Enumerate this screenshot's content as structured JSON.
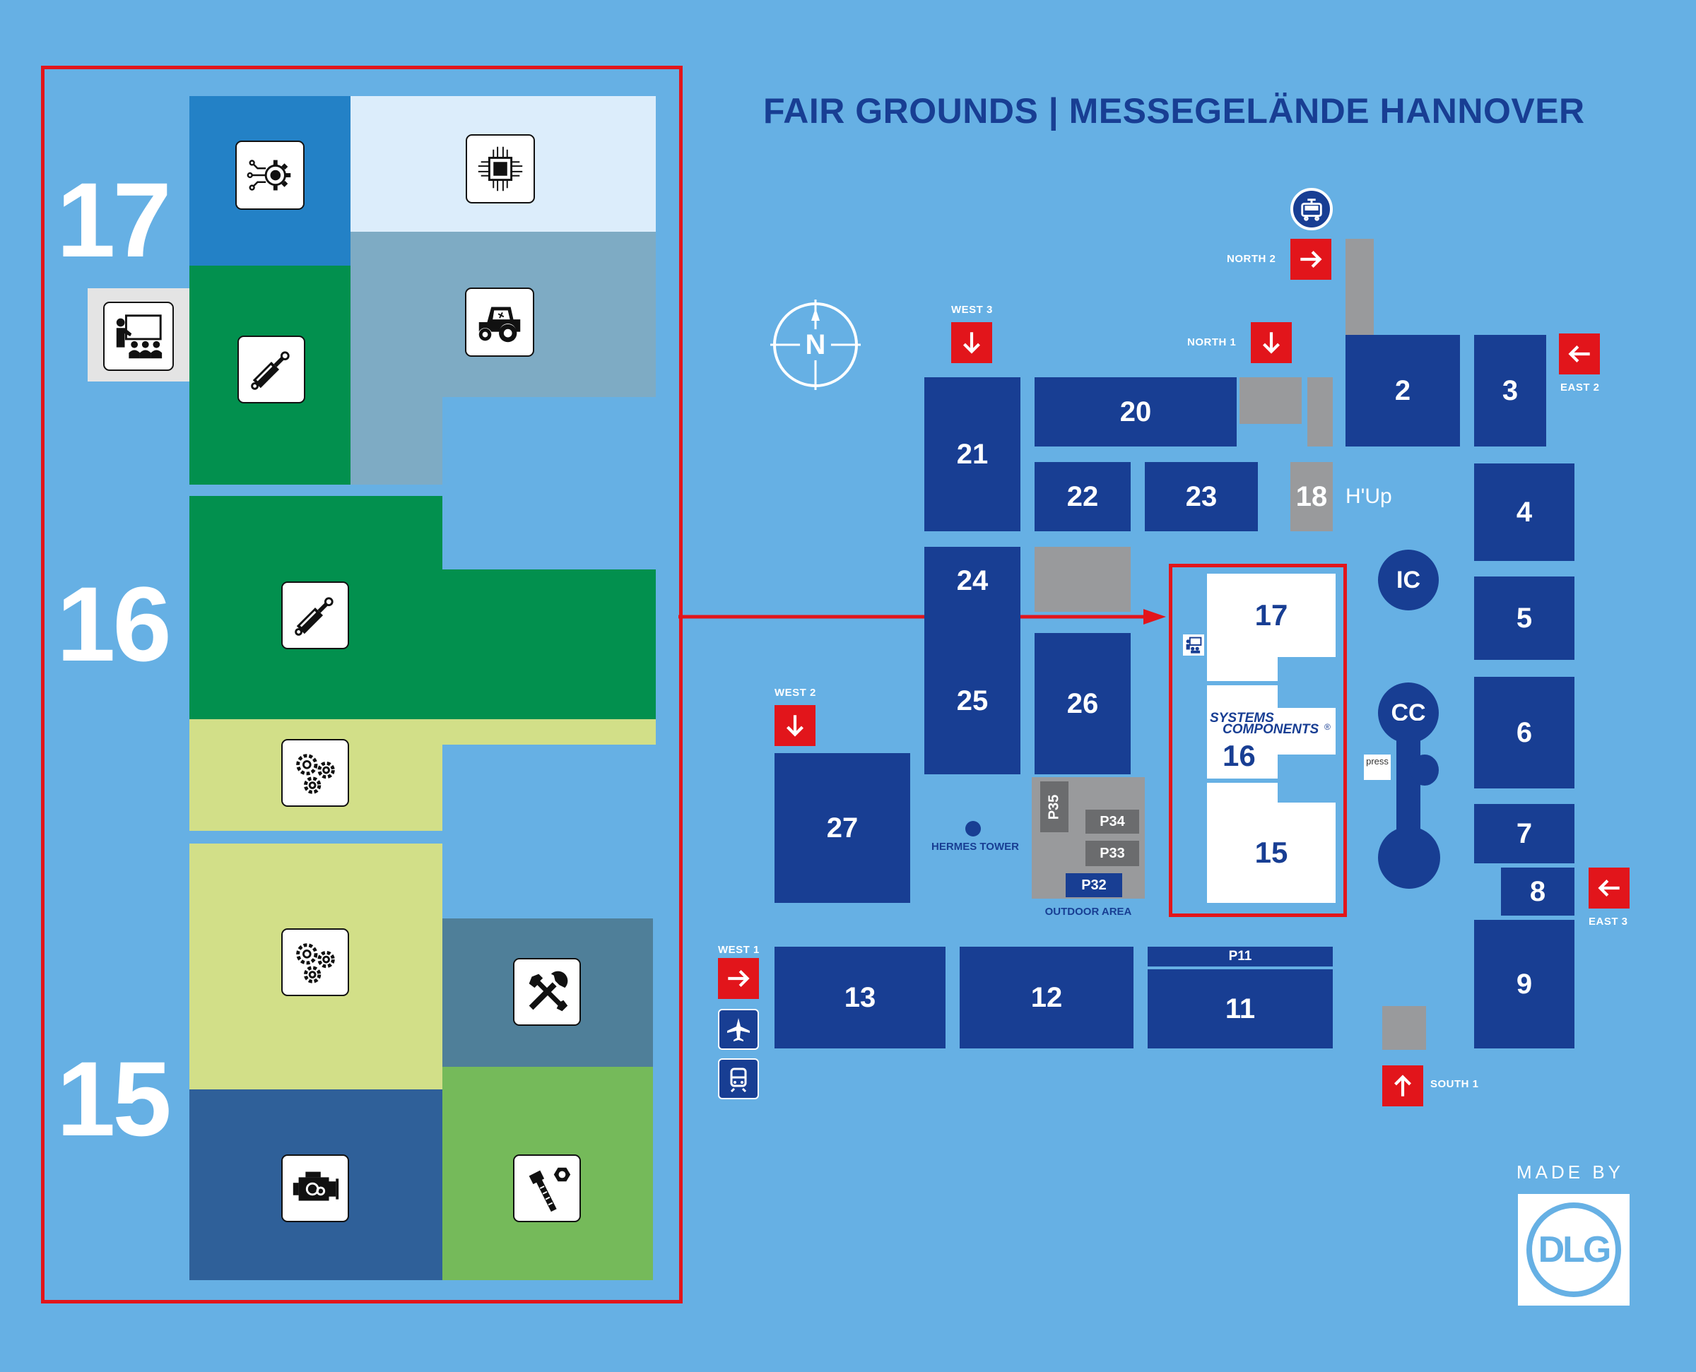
{
  "title": "FAIR GROUNDS | MESSEGELÄNDE HANNOVER",
  "colors": {
    "background": "#66b0e4",
    "hall": "#183e93",
    "gray": "#999a9c",
    "gate_red": "#e2151b",
    "highlight_red": "#e2151b"
  },
  "detail": {
    "hall_17_label": "17",
    "hall_16_label": "16",
    "hall_15_label": "15",
    "zones": [
      {
        "name": "digitalization",
        "icon": "gear-circuit-icon",
        "color": "#2381c6"
      },
      {
        "name": "electronics",
        "icon": "chip-icon",
        "color": "#dcedfb"
      },
      {
        "name": "hydraulics-17",
        "icon": "hydraulic-cylinder-icon",
        "color": "#02904e"
      },
      {
        "name": "tractor",
        "icon": "tractor-icon",
        "color": "#7eabc4"
      },
      {
        "name": "forum",
        "icon": "presentation-icon",
        "color": "#e4e4e4"
      },
      {
        "name": "hydraulics-16",
        "icon": "hydraulic-cylinder-icon",
        "color": "#02904e"
      },
      {
        "name": "drive-technology-16",
        "icon": "gears-icon",
        "color": "#d2df88"
      },
      {
        "name": "drive-technology-15",
        "icon": "gears-icon",
        "color": "#d2df88"
      },
      {
        "name": "tools",
        "icon": "wrench-screwdriver-icon",
        "color": "#4f7f99"
      },
      {
        "name": "engines",
        "icon": "engine-icon",
        "color": "#2f6099"
      },
      {
        "name": "fasteners",
        "icon": "bolt-nut-icon",
        "color": "#75ba5a"
      }
    ]
  },
  "halls": {
    "h2": "2",
    "h3": "3",
    "h4": "4",
    "h5": "5",
    "h6": "6",
    "h7": "7",
    "h8": "8",
    "h9": "9",
    "h11": "11",
    "h12": "12",
    "h13": "13",
    "h18": "18",
    "h20": "20",
    "h21": "21",
    "h22": "22",
    "h23": "23",
    "h24": "24",
    "h25": "25",
    "h26": "26",
    "h27": "27",
    "h15": "15",
    "h16": "16",
    "h17": "17"
  },
  "labels": {
    "hup": "H'Up",
    "ic": "IC",
    "cc": "CC",
    "press": "press",
    "hermes": "HERMES TOWER",
    "outdoor": "OUTDOOR AREA",
    "p11": "P11",
    "p32": "P32",
    "p33": "P33",
    "p34": "P34",
    "p35": "P35",
    "brand_line1": "SYSTEMS",
    "brand_line2": "COMPONENTS",
    "brand_reg": "®",
    "made_by": "MADE BY",
    "dlg": "DLG"
  },
  "gates": {
    "north2": "NORTH 2",
    "north1": "NORTH 1",
    "west3": "WEST 3",
    "west2": "WEST 2",
    "west1": "WEST 1",
    "east2": "EAST 2",
    "east3": "EAST 3",
    "south1": "SOUTH 1"
  },
  "compass": "N",
  "transport_icons": [
    "tram-icon",
    "airplane-icon",
    "train-icon"
  ]
}
